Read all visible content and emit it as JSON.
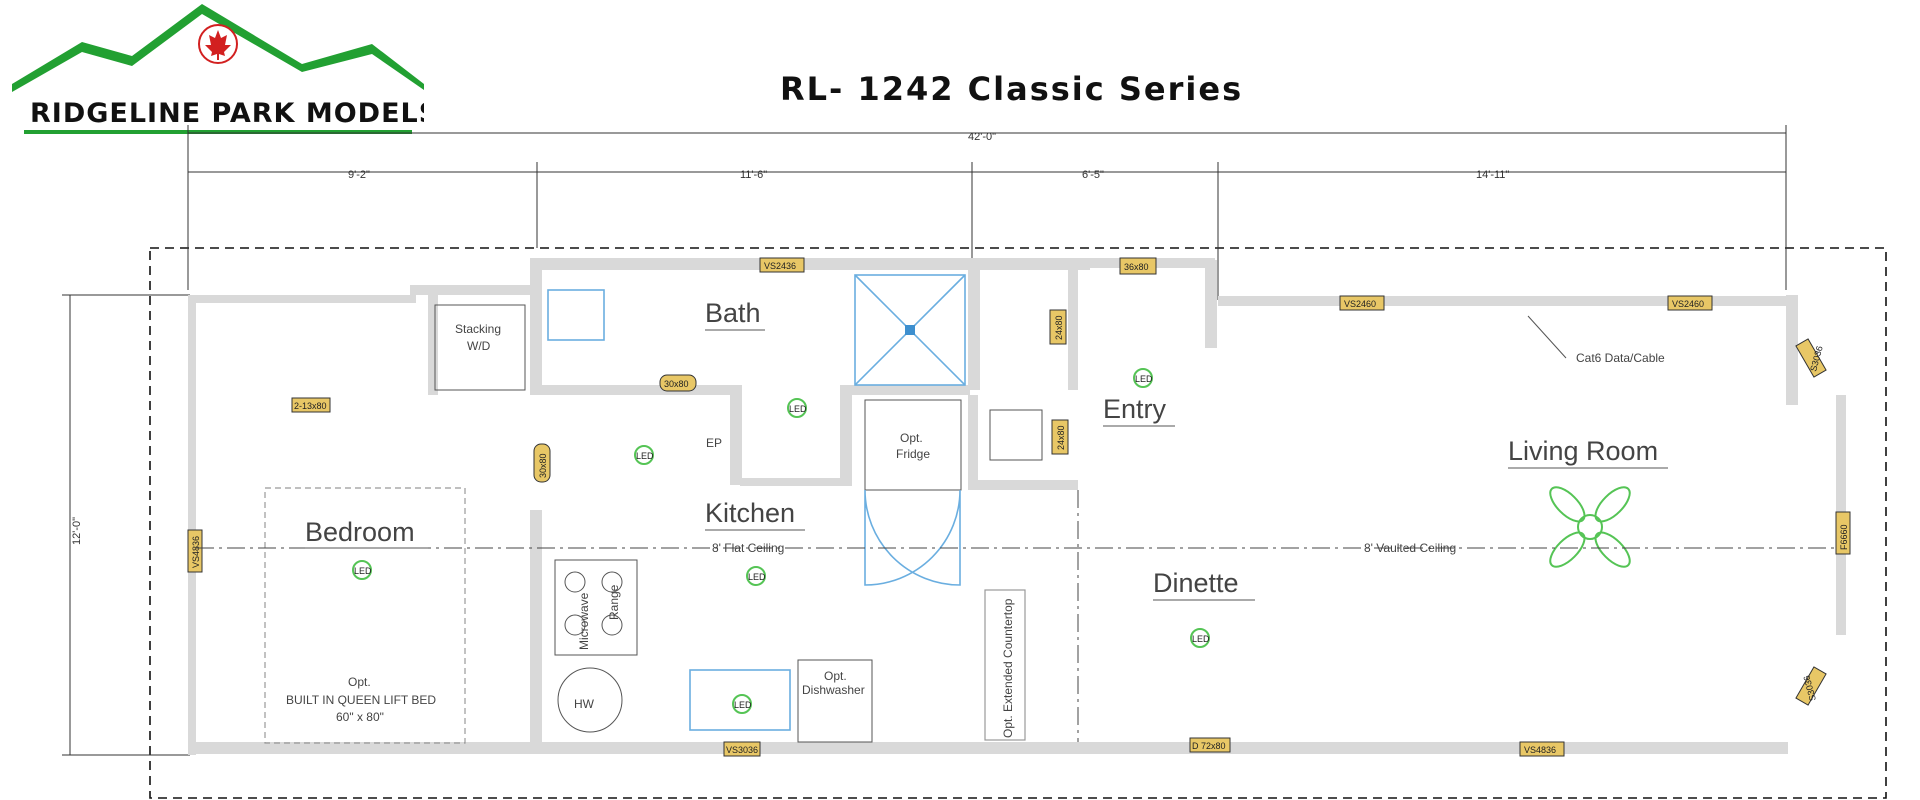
{
  "title": "RL- 1242 Classic Series",
  "logo": {
    "brand": "RIDGELINE PARK MODELS",
    "flag": "maple-leaf"
  },
  "dimensions": {
    "overall": "42'-0\"",
    "seg1": "9'-2\"",
    "seg2": "11'-6\"",
    "seg3": "6'-5\"",
    "seg4": "14'-11\"",
    "depth": "12'-0\""
  },
  "rooms": {
    "bedroom": "Bedroom",
    "bath": "Bath",
    "kitchen": "Kitchen",
    "entry": "Entry",
    "dinette": "Dinette",
    "living": "Living Room"
  },
  "labels": {
    "stacking": "Stacking",
    "wd": "W/D",
    "opt": "Opt.",
    "fridge": "Fridge",
    "dishwasher": "Dishwasher",
    "bed1": "BUILT IN QUEEN LIFT BED",
    "bed2": "60\" x 80\"",
    "flat_ceiling": "8' Flat Ceiling",
    "vaulted_ceiling": "8' Vaulted Ceiling",
    "cat6": "Cat6 Data/Cable",
    "ext_counter": "Opt. Extended Countertop",
    "ep": "EP",
    "hw": "HW",
    "range": "Range",
    "microwave": "Microwave",
    "led": "LED"
  },
  "tags": {
    "s2436": "VS2436",
    "s2460a": "VS2460",
    "s2460b": "VS2460",
    "d3680": "36x80",
    "d2480a": "24x80",
    "d2480b": "24x80",
    "d3080a": "30x80",
    "d3080b": "30x80",
    "d213x80": "2-13x80",
    "s4836a": "VS4836",
    "s3036": "VS3036",
    "d7280": "D 72x80",
    "s4836b": "VS4836",
    "f6660": "F6660",
    "s3036b": "S3036",
    "s3036c": "S3036"
  },
  "colors": {
    "logo_green": "#22a032",
    "logo_red": "#d22020",
    "fixture_blue": "#6aaee0",
    "fixture_green": "#55c455",
    "tag_fill": "#e8c766"
  }
}
